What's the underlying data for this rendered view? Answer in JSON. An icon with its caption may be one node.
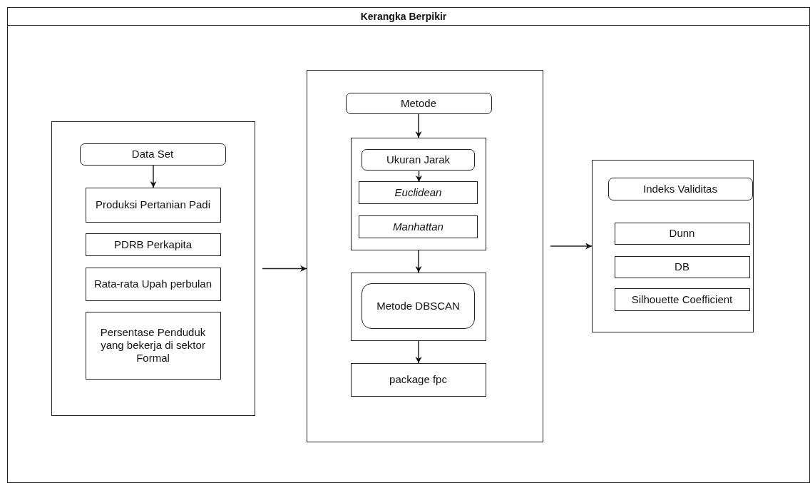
{
  "diagram": {
    "title": "Kerangka Berpikir",
    "nodes": [
      {
        "text": [],
        "shape": "box"
      },
      {
        "text": [
          "Data Set"
        ],
        "in": 0
      },
      {
        "text": [
          "Produksi Pertanian Padi"
        ],
        "in": 0
      },
      {
        "text": [
          "PDRB Perkapita"
        ],
        "in": 0
      },
      {
        "text": [
          "Rata-rata Upah perbulan"
        ],
        "in": 0
      },
      {
        "text": [
          "Persentase Penduduk yang bekerja di sektor Formal"
        ],
        "in": 0
      },
      {
        "text": [],
        "shape": "box"
      },
      {
        "text": [
          "Metode"
        ],
        "in": 6
      },
      {
        "text": [],
        "shape": "box",
        "in": 6
      },
      {
        "text": [
          "Ukuran Jarak"
        ],
        "in": 8
      },
      {
        "text": [
          "Euclidean"
        ],
        "in": 8
      },
      {
        "text": [
          "Manhattan"
        ],
        "in": 8
      },
      {
        "text": [],
        "shape": "box",
        "in": 6
      },
      {
        "text": [
          "Metode DBSCAN"
        ],
        "in": 12
      },
      {
        "text": [
          "package fpc"
        ],
        "in": 6
      },
      {
        "text": [],
        "shape": "box"
      },
      {
        "text": [
          "Indeks Validitas"
        ],
        "in": 15
      },
      {
        "text": [
          "Dunn"
        ],
        "in": 15
      },
      {
        "text": [
          "DB"
        ],
        "in": 15
      },
      {
        "text": [
          "Silhouette Coefficient"
        ],
        "in": 15
      }
    ],
    "edges": [
      {
        "from": 1,
        "to": 2,
        "arrow": "to"
      },
      {
        "from": 0,
        "to": 6,
        "arrow": "to"
      },
      {
        "from": 7,
        "to": 8,
        "arrow": "to"
      },
      {
        "from": 9,
        "to": 10,
        "arrow": "to"
      },
      {
        "from": 8,
        "to": 12,
        "arrow": "to"
      },
      {
        "from": 12,
        "to": 14,
        "arrow": "to"
      },
      {
        "from": 6,
        "to": 15,
        "arrow": "to"
      }
    ]
  }
}
